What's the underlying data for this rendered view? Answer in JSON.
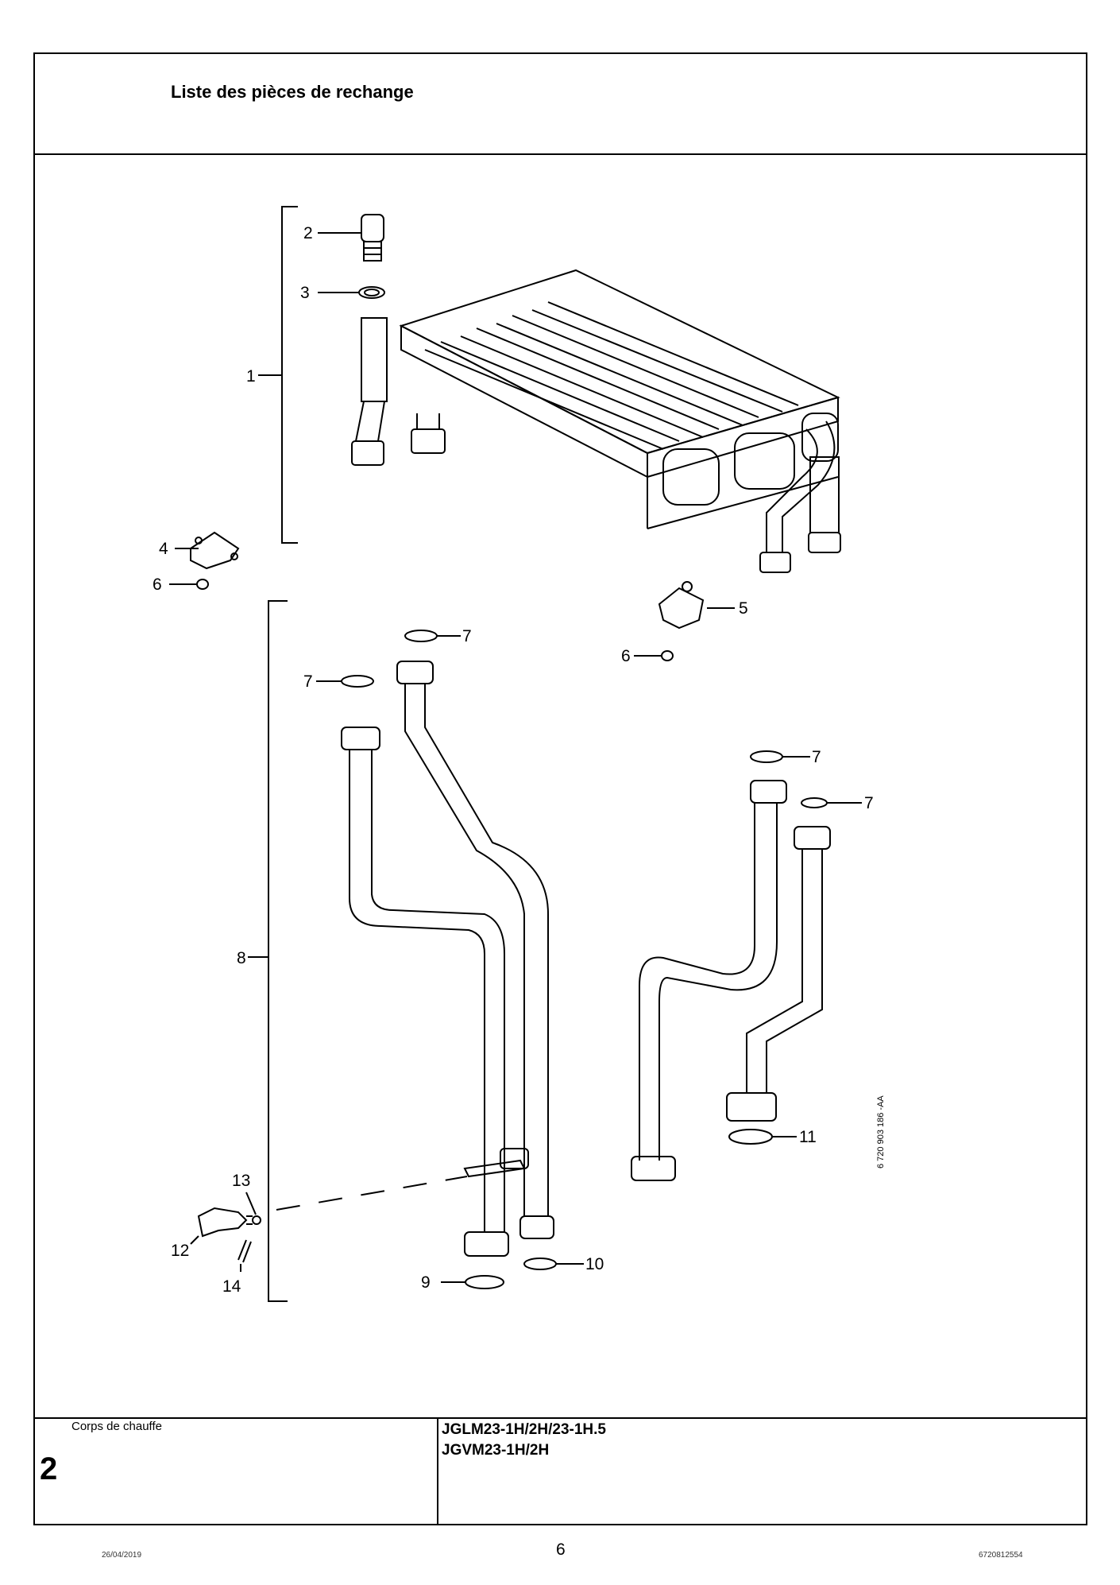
{
  "header": {
    "title": "Liste des pièces de rechange"
  },
  "callouts": {
    "c1": "1",
    "c2": "2",
    "c3": "3",
    "c4": "4",
    "c5": "5",
    "c6a": "6",
    "c6b": "6",
    "c7a": "7",
    "c7b": "7",
    "c7c": "7",
    "c7d": "7",
    "c8": "8",
    "c9": "9",
    "c10": "10",
    "c11": "11",
    "c12": "12",
    "c13": "13",
    "c14": "14"
  },
  "figure_code": "6 720 903 186 -AA",
  "footer": {
    "section_label": "Corps de chauffe",
    "section_number": "2",
    "model_line1": "JGLM23-1H/2H/23-1H.5",
    "model_line2": "JGVM23-1H/2H"
  },
  "page": {
    "number": "6",
    "date": "26/04/2019",
    "doc_number": "6720812554"
  }
}
